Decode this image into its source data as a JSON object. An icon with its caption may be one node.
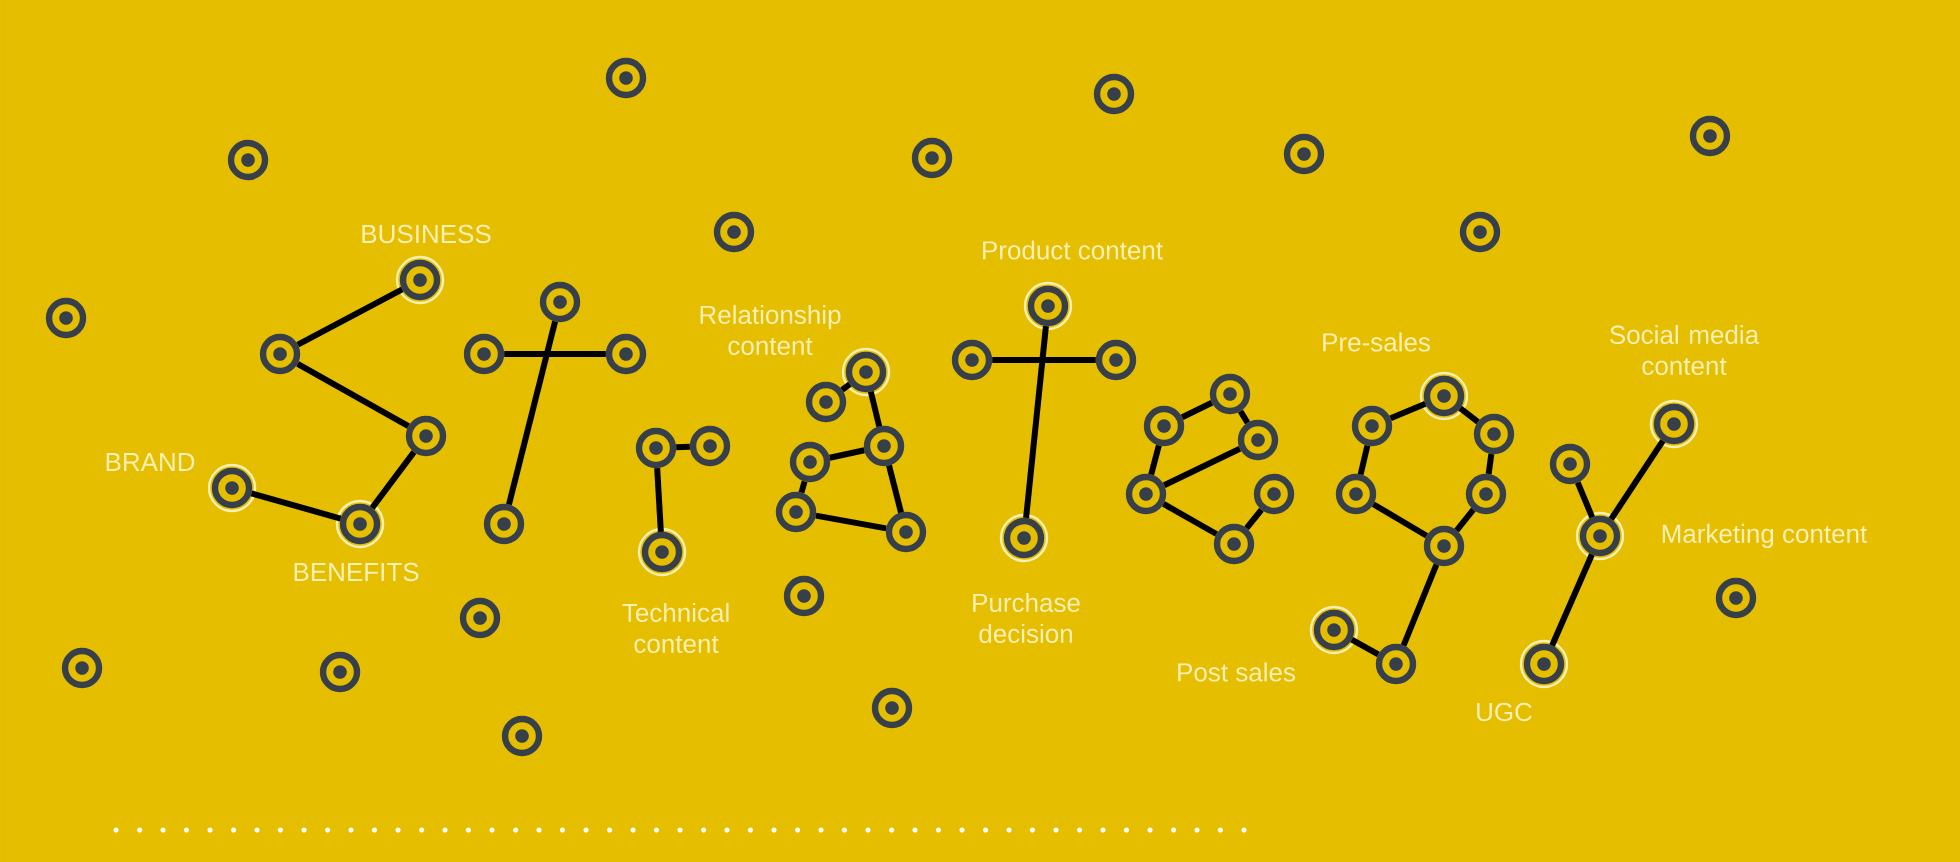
{
  "diagram": {
    "nodes": [
      {
        "text": [],
        "shape": "circle",
        "beside": [
          "BUSINESS"
        ]
      },
      {
        "text": [],
        "shape": "circle"
      },
      {
        "text": [],
        "shape": "circle"
      },
      {
        "text": [],
        "shape": "circle",
        "beside": [
          "BENEFITS"
        ]
      },
      {
        "text": [],
        "shape": "circle",
        "beside": [
          "BRAND"
        ]
      },
      {
        "text": [],
        "shape": "circle"
      },
      {
        "text": [],
        "shape": "circle"
      },
      {
        "text": [],
        "shape": "circle"
      },
      {
        "text": [],
        "shape": "circle"
      },
      {
        "text": [],
        "shape": "circle"
      },
      {
        "text": [],
        "shape": "circle"
      },
      {
        "text": [],
        "shape": "circle",
        "beside": [
          "Technical content"
        ]
      },
      {
        "text": [],
        "shape": "circle",
        "beside": [
          "Relationship content"
        ]
      },
      {
        "text": [],
        "shape": "circle"
      },
      {
        "text": [],
        "shape": "circle"
      },
      {
        "text": [],
        "shape": "circle"
      },
      {
        "text": [],
        "shape": "circle"
      },
      {
        "text": [],
        "shape": "circle"
      },
      {
        "text": [],
        "shape": "circle",
        "beside": [
          "Product content"
        ]
      },
      {
        "text": [],
        "shape": "circle"
      },
      {
        "text": [],
        "shape": "circle"
      },
      {
        "text": [],
        "shape": "circle",
        "beside": [
          "Purchase decision"
        ]
      },
      {
        "text": [],
        "shape": "circle"
      },
      {
        "text": [],
        "shape": "circle"
      },
      {
        "text": [],
        "shape": "circle"
      },
      {
        "text": [],
        "shape": "circle"
      },
      {
        "text": [],
        "shape": "circle"
      },
      {
        "text": [],
        "shape": "circle"
      },
      {
        "text": [],
        "shape": "circle",
        "beside": [
          "Pre-sales"
        ]
      },
      {
        "text": [],
        "shape": "circle"
      },
      {
        "text": [],
        "shape": "circle"
      },
      {
        "text": [],
        "shape": "circle"
      },
      {
        "text": [],
        "shape": "circle"
      },
      {
        "text": [],
        "shape": "circle"
      },
      {
        "text": [],
        "shape": "circle",
        "beside": [
          "Post sales"
        ]
      },
      {
        "text": [],
        "shape": "circle"
      },
      {
        "text": [],
        "shape": "circle",
        "beside": [
          "Social media content"
        ]
      },
      {
        "text": [],
        "shape": "circle"
      },
      {
        "text": [],
        "shape": "circle",
        "beside": [
          "Marketing content"
        ]
      },
      {
        "text": [],
        "shape": "circle",
        "beside": [
          "UGC"
        ]
      },
      {
        "text": [],
        "shape": "circle"
      },
      {
        "text": [],
        "shape": "circle"
      },
      {
        "text": [],
        "shape": "circle"
      },
      {
        "text": [],
        "shape": "circle"
      },
      {
        "text": [],
        "shape": "circle"
      },
      {
        "text": [],
        "shape": "circle"
      },
      {
        "text": [],
        "shape": "circle"
      },
      {
        "text": [],
        "shape": "circle"
      },
      {
        "text": [],
        "shape": "circle"
      },
      {
        "text": [],
        "shape": "circle"
      },
      {
        "text": [],
        "shape": "circle"
      },
      {
        "text": [],
        "shape": "circle"
      },
      {
        "text": [],
        "shape": "circle"
      },
      {
        "text": [],
        "shape": "circle"
      },
      {
        "text": [],
        "shape": "circle"
      },
      {
        "text": [],
        "shape": "circle"
      }
    ],
    "edges": [
      {
        "from": 0,
        "to": 1,
        "arrow": "none"
      },
      {
        "from": 1,
        "to": 2,
        "arrow": "none"
      },
      {
        "from": 2,
        "to": 3,
        "arrow": "none"
      },
      {
        "from": 3,
        "to": 4,
        "arrow": "none"
      },
      {
        "from": 5,
        "to": 8,
        "arrow": "none"
      },
      {
        "from": 6,
        "to": 7,
        "arrow": "none"
      },
      {
        "from": 9,
        "to": 10,
        "arrow": "none"
      },
      {
        "from": 9,
        "to": 11,
        "arrow": "none"
      },
      {
        "from": 13,
        "to": 12,
        "arrow": "none"
      },
      {
        "from": 12,
        "to": 14,
        "arrow": "none"
      },
      {
        "from": 14,
        "to": 17,
        "arrow": "none"
      },
      {
        "from": 17,
        "to": 16,
        "arrow": "none"
      },
      {
        "from": 16,
        "to": 15,
        "arrow": "none"
      },
      {
        "from": 15,
        "to": 14,
        "arrow": "none"
      },
      {
        "from": 18,
        "to": 21,
        "arrow": "none"
      },
      {
        "from": 19,
        "to": 20,
        "arrow": "none"
      },
      {
        "from": 23,
        "to": 22,
        "arrow": "none"
      },
      {
        "from": 22,
        "to": 24,
        "arrow": "none"
      },
      {
        "from": 24,
        "to": 25,
        "arrow": "none"
      },
      {
        "from": 25,
        "to": 23,
        "arrow": "none"
      },
      {
        "from": 25,
        "to": 27,
        "arrow": "none"
      },
      {
        "from": 27,
        "to": 26,
        "arrow": "none"
      },
      {
        "from": 29,
        "to": 28,
        "arrow": "none"
      },
      {
        "from": 28,
        "to": 30,
        "arrow": "none"
      },
      {
        "from": 30,
        "to": 32,
        "arrow": "none"
      },
      {
        "from": 32,
        "to": 33,
        "arrow": "none"
      },
      {
        "from": 33,
        "to": 35,
        "arrow": "none"
      },
      {
        "from": 29,
        "to": 31,
        "arrow": "none"
      },
      {
        "from": 31,
        "to": 33,
        "arrow": "none"
      },
      {
        "from": 34,
        "to": 35,
        "arrow": "none"
      },
      {
        "from": 37,
        "to": 38,
        "arrow": "none"
      },
      {
        "from": 36,
        "to": 38,
        "arrow": "none"
      },
      {
        "from": 38,
        "to": 39,
        "arrow": "none"
      }
    ]
  }
}
